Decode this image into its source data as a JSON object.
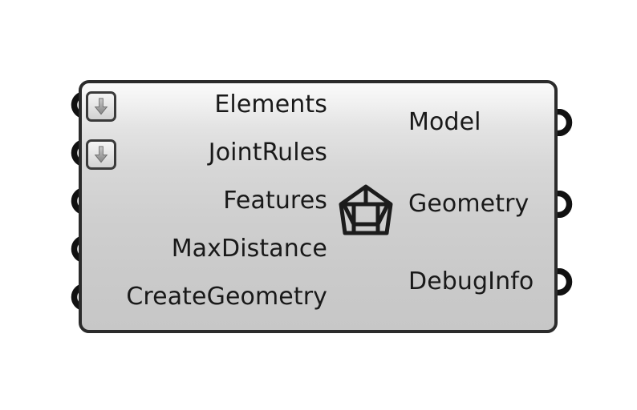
{
  "canvas": {
    "background_color": "#ffffff"
  },
  "component": {
    "name": "timber-joinery-component",
    "body_color_top": "#fbfbfb",
    "body_color_bottom": "#c7c7c7",
    "border_color": "#2b2b2b",
    "icon": {
      "name": "timber-frame-house-icon",
      "description": "timber frame truss house outline"
    },
    "inputs": [
      {
        "label": "Elements",
        "icon": "down-arrow-icon",
        "has_modifier": true
      },
      {
        "label": "JointRules",
        "icon": "down-arrow-icon",
        "has_modifier": true
      },
      {
        "label": "Features",
        "icon": "",
        "has_modifier": false
      },
      {
        "label": "MaxDistance",
        "icon": "",
        "has_modifier": false
      },
      {
        "label": "CreateGeometry",
        "icon": "",
        "has_modifier": false
      }
    ],
    "outputs": [
      {
        "label": "Model"
      },
      {
        "label": "Geometry"
      },
      {
        "label": "DebugInfo"
      }
    ]
  }
}
